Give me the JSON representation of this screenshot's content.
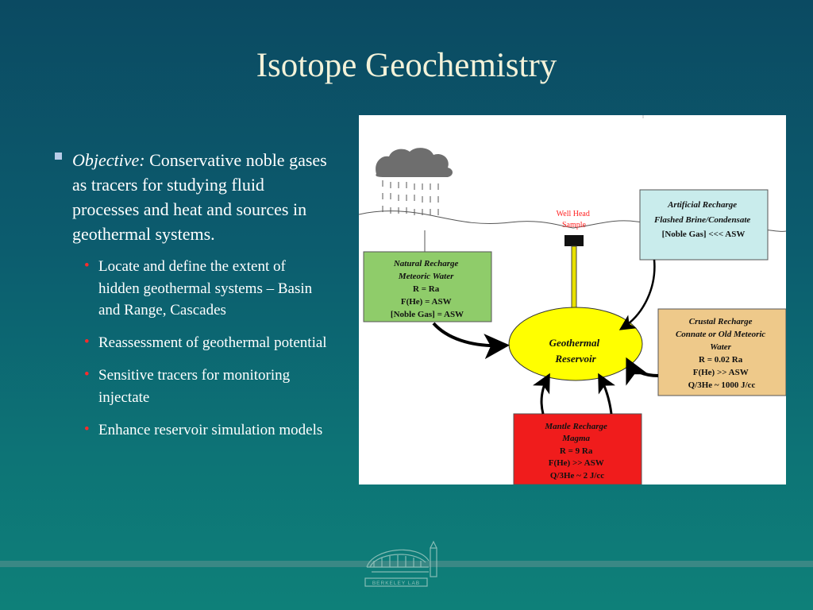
{
  "slide": {
    "title": "Isotope Geochemistry",
    "main_bullet": {
      "label": "Objective:",
      "text": "Conservative noble gases as tracers for studying fluid processes and heat and sources in geothermal systems."
    },
    "sub_bullets": [
      "Locate and define the extent of hidden geothermal systems – Basin and Range, Cascades",
      "Reassessment of geothermal potential",
      "Sensitive tracers for monitoring injectate",
      "Enhance reservoir simulation models"
    ]
  },
  "diagram": {
    "well_head": [
      "Well Head",
      "Sample"
    ],
    "natural": [
      "Natural Recharge",
      "Meteoric Water",
      "R = Ra",
      "F(He) = ASW",
      "[Noble Gas] = ASW"
    ],
    "artificial": [
      "Artificial Recharge",
      "Flashed Brine/Condensate",
      "[Noble Gas] <<< ASW"
    ],
    "crustal": [
      "Crustal Recharge",
      "Connate or Old Meteoric",
      "Water",
      "R = 0.02 Ra",
      "F(He) >> ASW",
      "Q/3He ~ 1000 J/cc"
    ],
    "reservoir": [
      "Geothermal",
      "Reservoir"
    ],
    "mantle": [
      "Mantle Recharge",
      "Magma",
      "R = 9 Ra",
      "F(He) >> ASW",
      "Q/3He ~ 2 J/cc"
    ]
  },
  "logo": {
    "text": "BERKELEY LAB"
  },
  "colors": {
    "natural_fill": "#8fcc6a",
    "artificial_fill": "#c9ecec",
    "crustal_fill": "#eec98a",
    "mantle_fill": "#f01c1c",
    "reservoir_fill": "#ffff00",
    "well_label": "#ff2020",
    "bullet_dot": "#ff2b2b"
  }
}
